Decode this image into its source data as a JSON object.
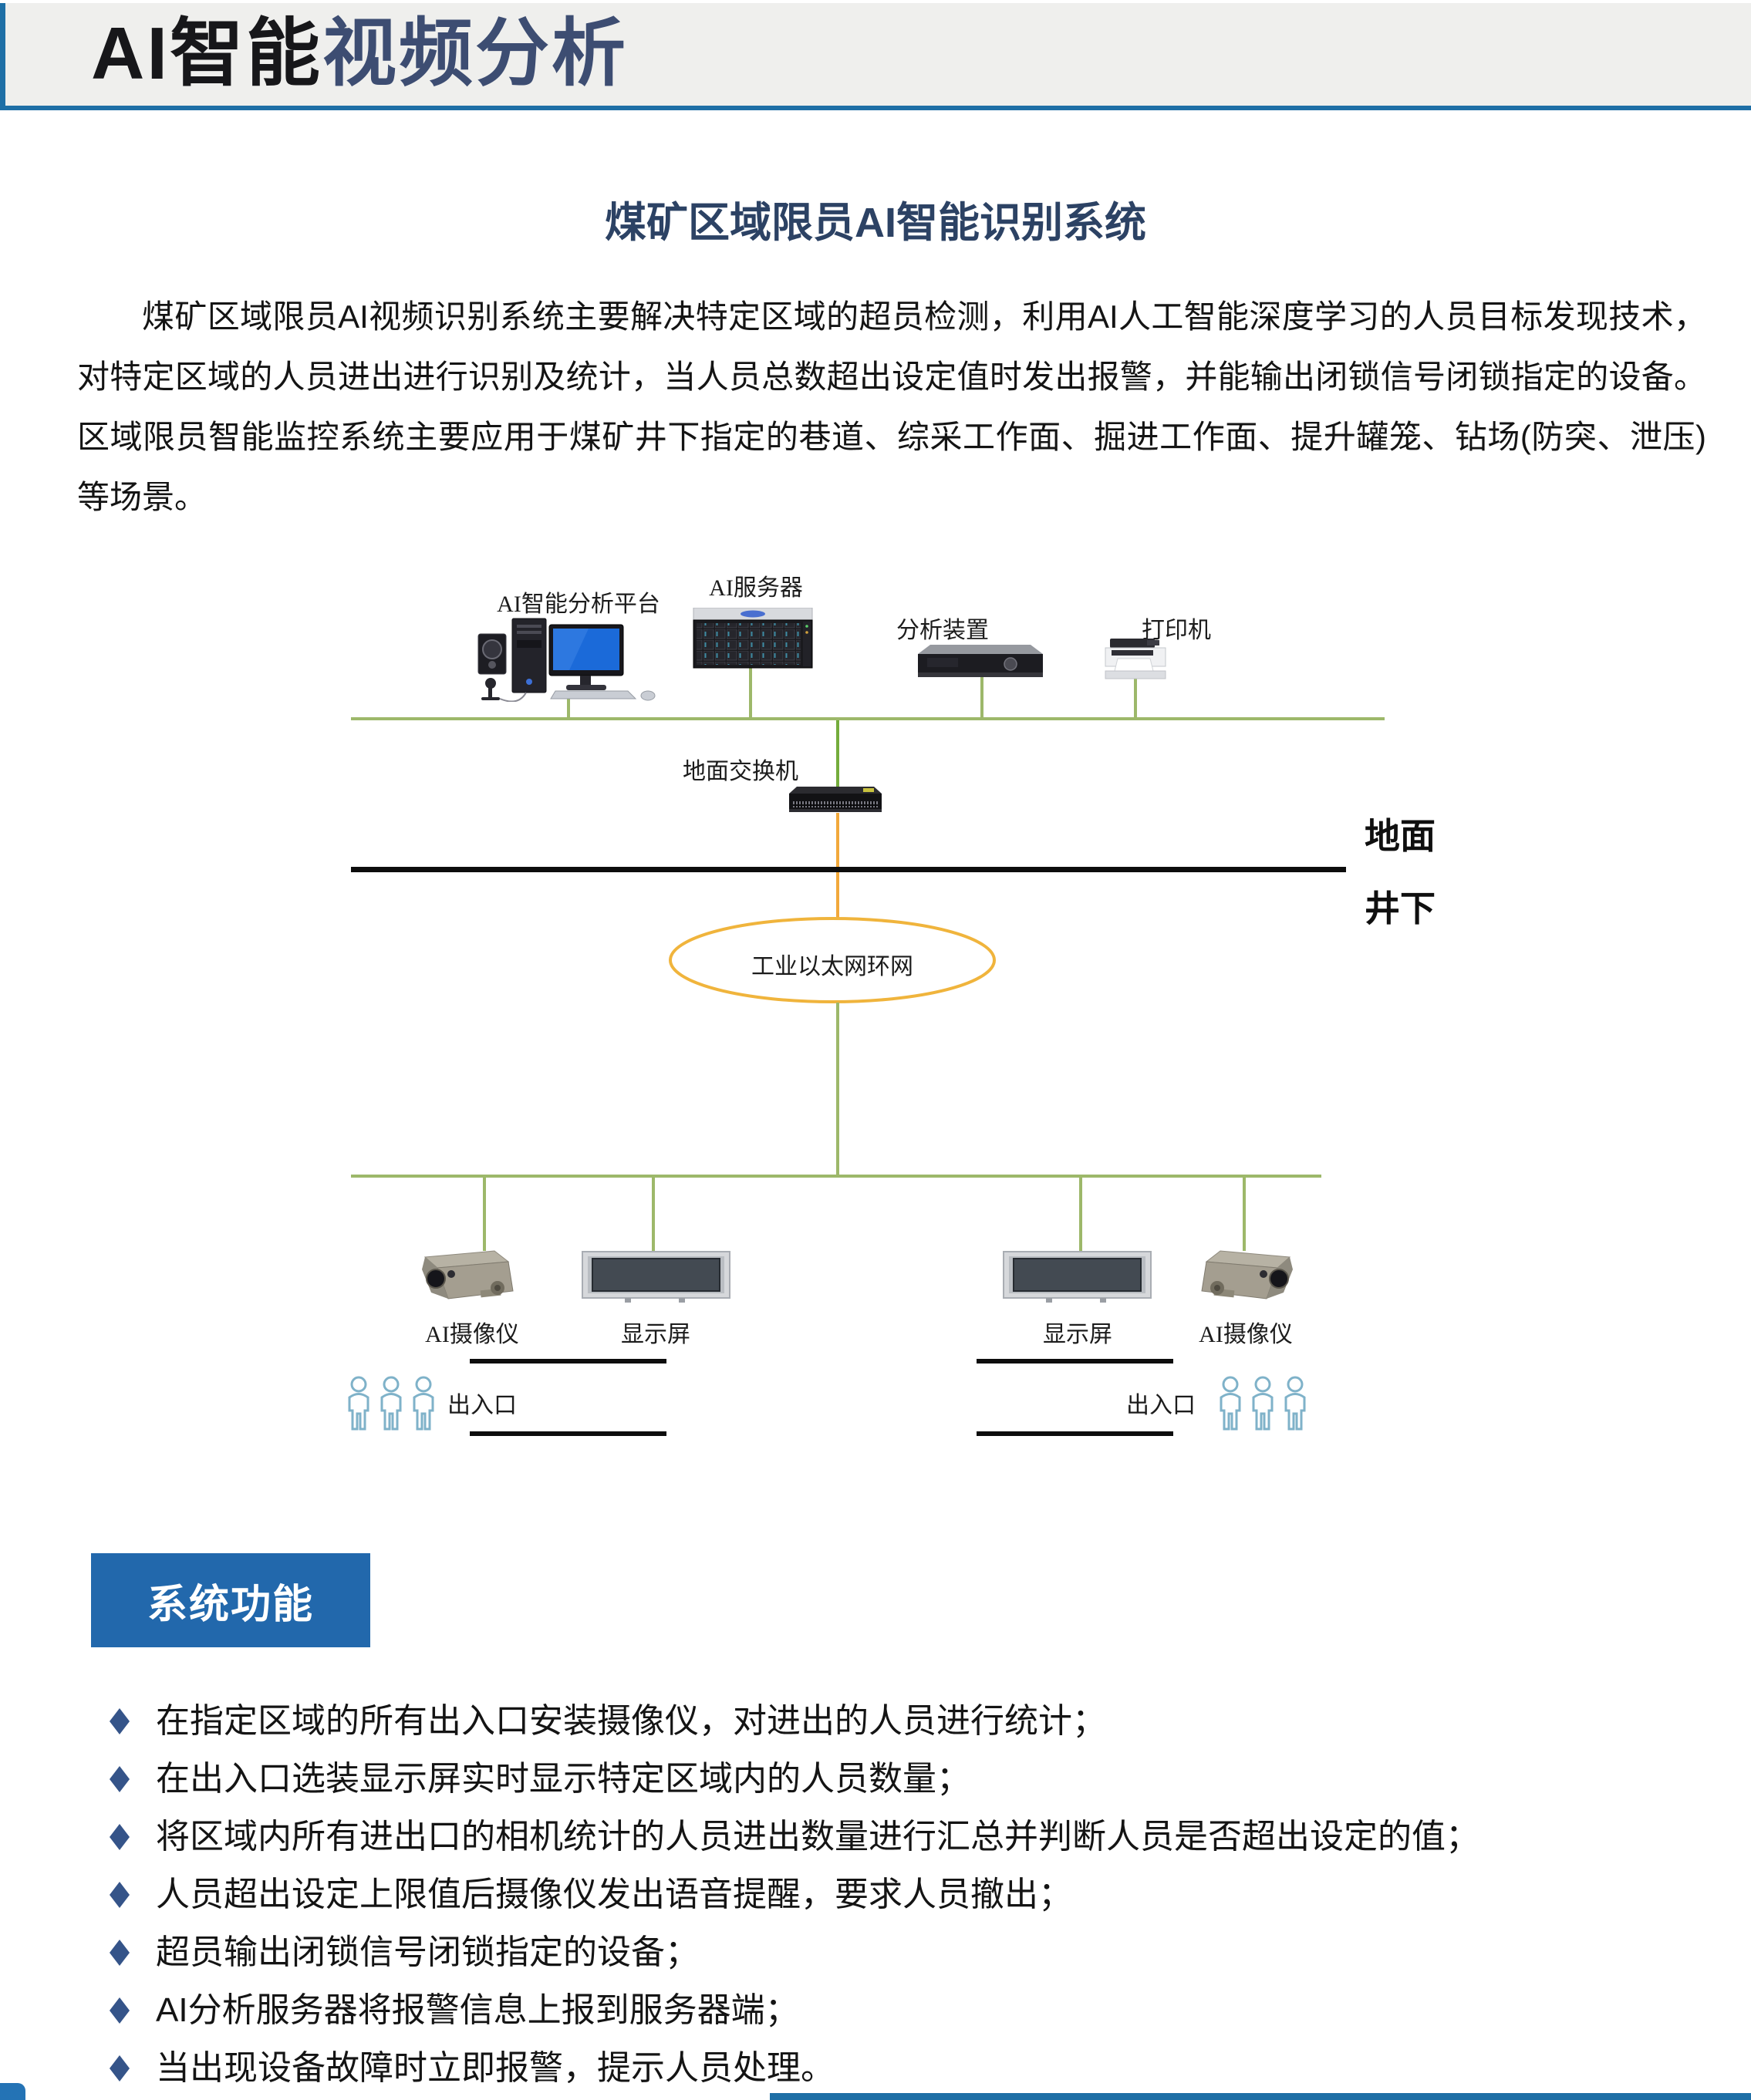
{
  "header": {
    "title_black": "AI智能",
    "title_blue": "视频分析"
  },
  "intro": {
    "title": "煤矿区域限员AI智能识别系统",
    "paragraph": "煤矿区域限员AI视频识别系统主要解决特定区域的超员检测，利用AI人工智能深度学习的人员目标发现技术，对特定区域的人员进出进行识别及统计，当人员总数超出设定值时发出报警，并能输出闭锁信号闭锁指定的设备。区域限员智能监控系统主要应用于煤矿井下指定的巷道、综采工作面、掘进工作面、提升罐笼、钻场(防突、泄压)等场景。"
  },
  "diagram": {
    "platform_label": "AI智能分析平台",
    "server_label": "AI服务器",
    "analyzer_label": "分析装置",
    "printer_label": "打印机",
    "switch_label": "地面交换机",
    "ring_label": "工业以太网环网",
    "surface_label": "地面",
    "underground_label": "井下",
    "camera_label": "AI摄像仪",
    "display_label": "显示屏",
    "entrance_label": "出入口"
  },
  "section": {
    "title": "系统功能"
  },
  "features": [
    "在指定区域的所有出入口安装摄像仪，对进出的人员进行统计；",
    "在出入口选装显示屏实时显示特定区域内的人员数量；",
    "将区域内所有进出口的相机统计的人员进出数量进行汇总并判断人员是否超出设定的值；",
    "人员超出设定上限值后摄像仪发出语音提醒，要求人员撤出；",
    "超员输出闭锁信号闭锁指定的设备；",
    "AI分析服务器将报警信息上报到服务器端；",
    "当出现设备故障时立即报警，提示人员处理。"
  ],
  "colors": {
    "accent_blue": "#1E6FA6",
    "badge_blue": "#2268AC",
    "title_navy": "#2C4264",
    "header_text_blue": "#3D4D72",
    "bullet_navy": "#355489",
    "bus_green": "#9DB86A",
    "drop_green": "#74AC3C",
    "ring_orange": "#F0B43C",
    "people_blue": "#7FB2C9"
  }
}
